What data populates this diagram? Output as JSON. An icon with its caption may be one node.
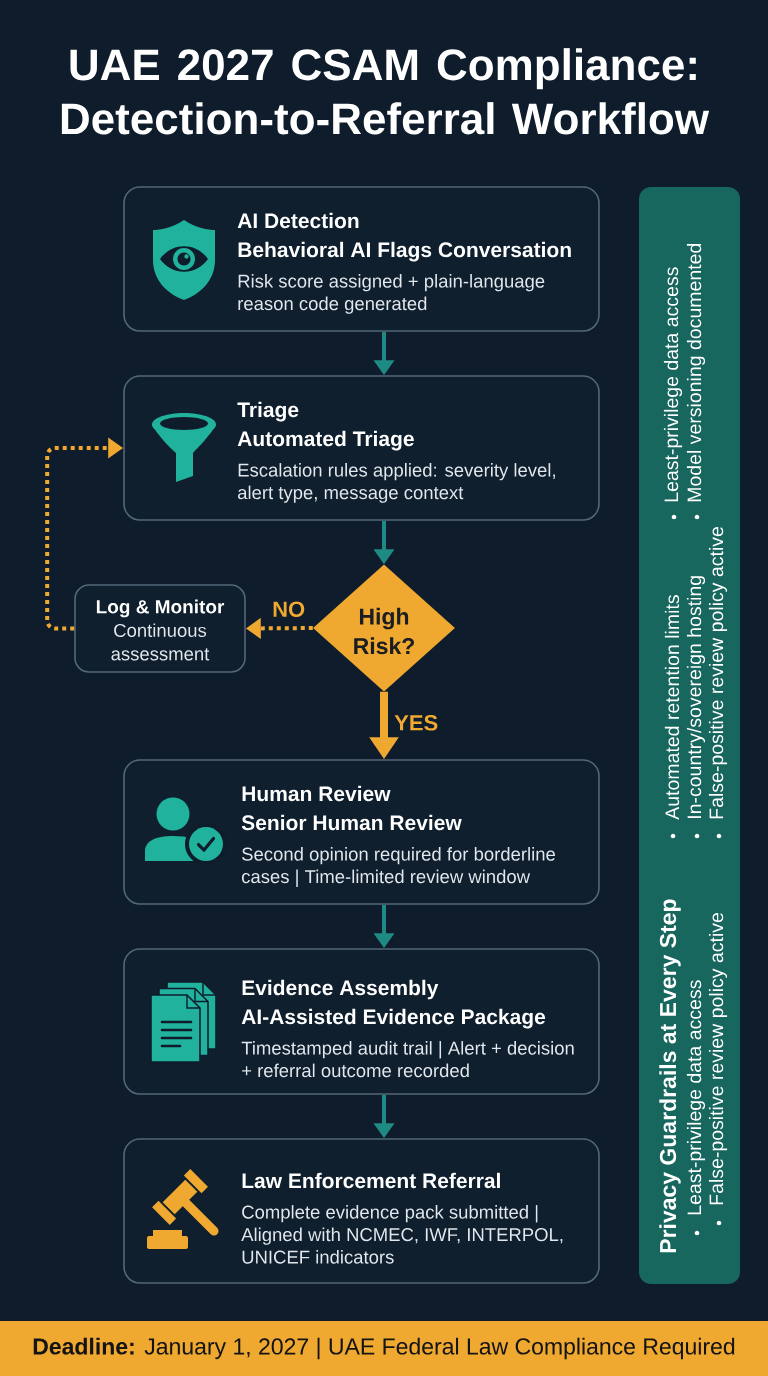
{
  "diagram": {
    "title": "UAE 2027 CSAM Compliance: Detection-to-Referral Workflow",
    "nodes": [
      {
        "text": [
          "AI Detection",
          "Behavioral AI Flags Conversation",
          "Risk score assigned + plain-language reason code generated"
        ]
      },
      {
        "text": [
          "Triage",
          "Automated Triage",
          "Escalation rules applied: severity level, alert type, message context"
        ]
      },
      {
        "text": [
          "Log & Monitor",
          "Continuous assessment"
        ]
      },
      {
        "text": [
          "High Risk?"
        ]
      },
      {
        "text": [
          "Human Review",
          "Senior Human Review",
          "Second opinion required for borderline cases | Time-limited review window"
        ]
      },
      {
        "text": [
          "Evidence Assembly",
          "AI-Assisted Evidence Package",
          "Timestamped audit trail | Alert + decision + referral outcome recorded"
        ]
      },
      {
        "text": [
          "Law Enforcement Referral",
          "Complete evidence pack submitted | Aligned with NCMEC, IWF, INTERPOL, UNICEF indicators"
        ]
      },
      {
        "text": [
          "Privacy Guardrails at Every Step",
          "Least-privilege data access",
          "False-positive review policy active",
          "Automated retention limits",
          "In-country/sovereign hosting",
          "False-positive review policy active",
          "Least-privilege data access",
          "Model versioning documented"
        ]
      },
      {
        "text": [
          "**Deadline:** January 1, 2027 | UAE Federal Law Compliance Required"
        ]
      }
    ],
    "edges": [
      {
        "from": 0,
        "to": 1,
        "arrow": "to"
      },
      {
        "from": 1,
        "to": 3,
        "arrow": "to"
      },
      {
        "from": 3,
        "to": 2,
        "arrow": "to",
        "label": "NO",
        "style": "dashed",
        "color": "#efa830"
      },
      {
        "from": 2,
        "to": 1,
        "arrow": "to",
        "style": "dashed",
        "color": "#efa830"
      },
      {
        "from": 3,
        "to": 4,
        "arrow": "to",
        "label": "YES",
        "style": "thick",
        "color": "#efa830"
      },
      {
        "from": 4,
        "to": 5,
        "arrow": "to"
      },
      {
        "from": 5,
        "to": 6,
        "arrow": "to"
      }
    ]
  }
}
